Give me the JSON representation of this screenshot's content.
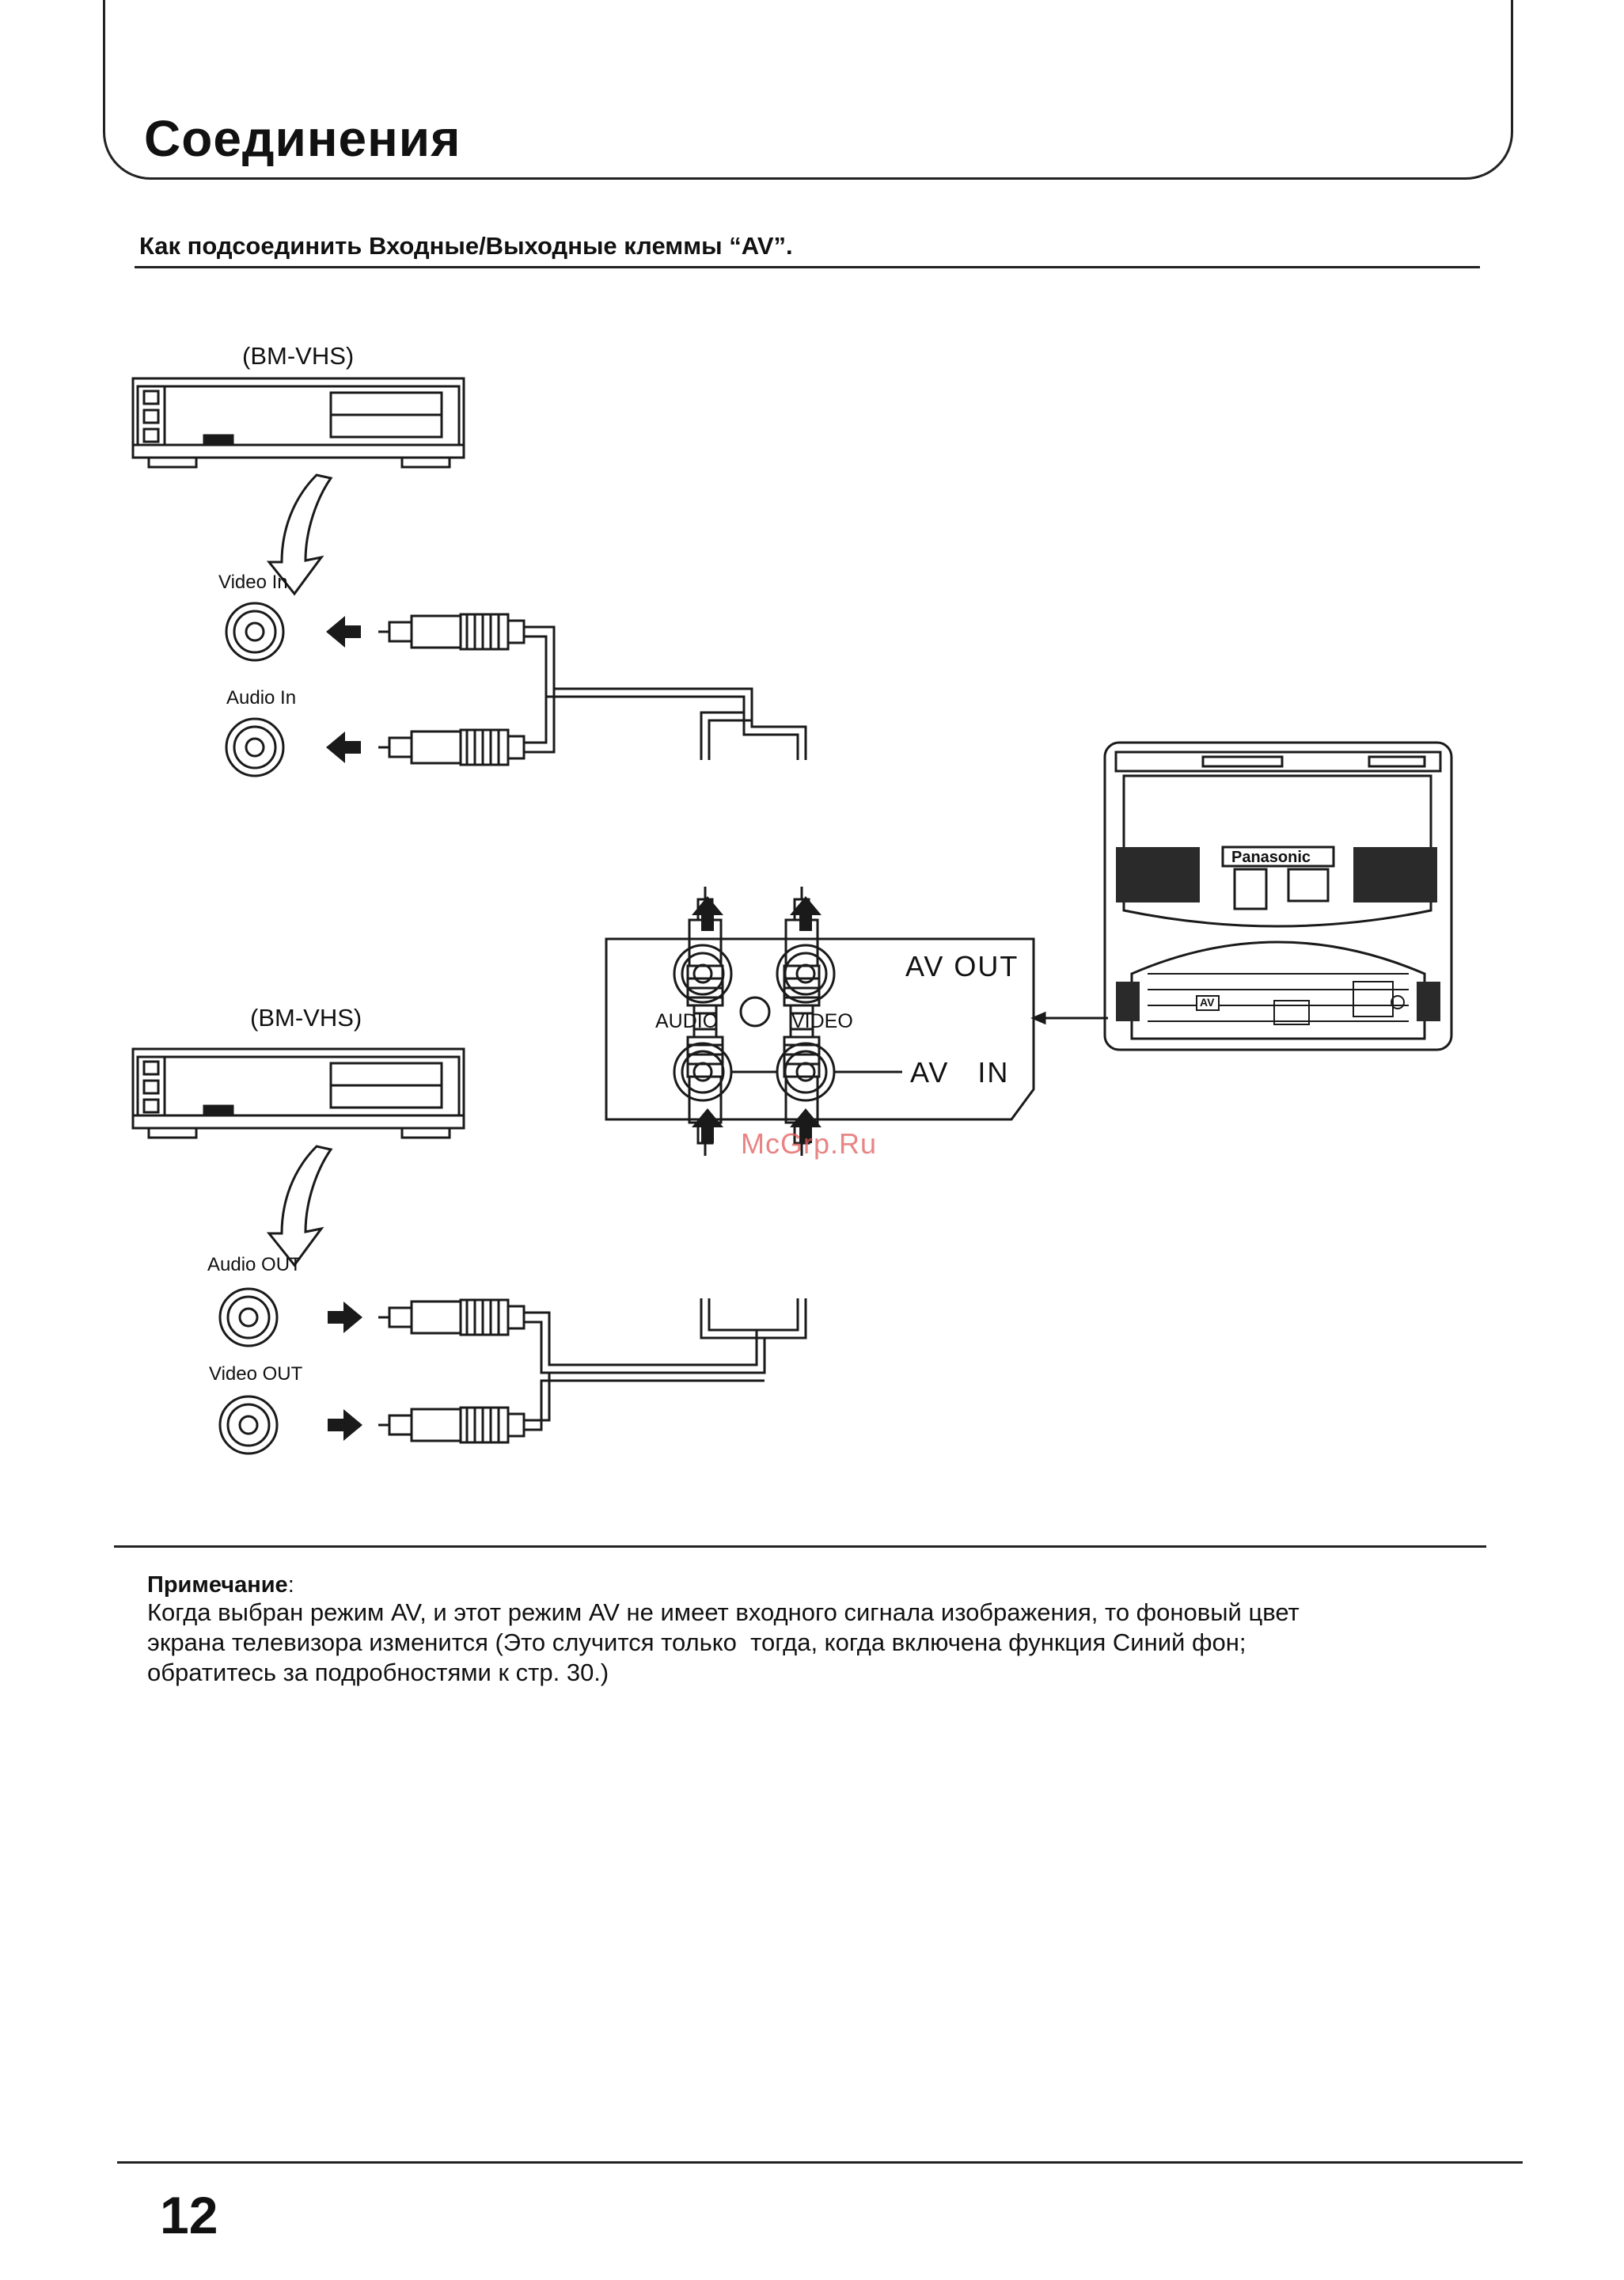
{
  "header": {
    "title": "Соединения",
    "subtitle": "Как подсоединить Входные/Выходные клеммы “AV”."
  },
  "diagram": {
    "vcr_top_label": "(BM-VHS)",
    "vcr_bottom_label": "(BM-VHS)",
    "video_in": "Video In",
    "audio_in": "Audio In",
    "audio_out": "Audio OUT",
    "video_out": "Video OUT",
    "panel_av_out": "AV OUT",
    "panel_av_in": "AV   IN",
    "panel_audio": "AUDIO",
    "panel_video": "VIDEO",
    "tv_brand": "Panasonic",
    "tv_av_mark": "AV"
  },
  "note": {
    "heading": "Примечание",
    "colon": ":",
    "line1": "Когда выбран режим AV, и этот режим AV не имеет входного сигнала изображения, то фоновый цвет",
    "line2": "экрана телевизора изменится (Это случится только  тогда, когда включена функция Синий фон;",
    "line3": "обратитесь за подробностями к стр. 30.)"
  },
  "page_number": "12",
  "watermark": "McGrp.Ru"
}
